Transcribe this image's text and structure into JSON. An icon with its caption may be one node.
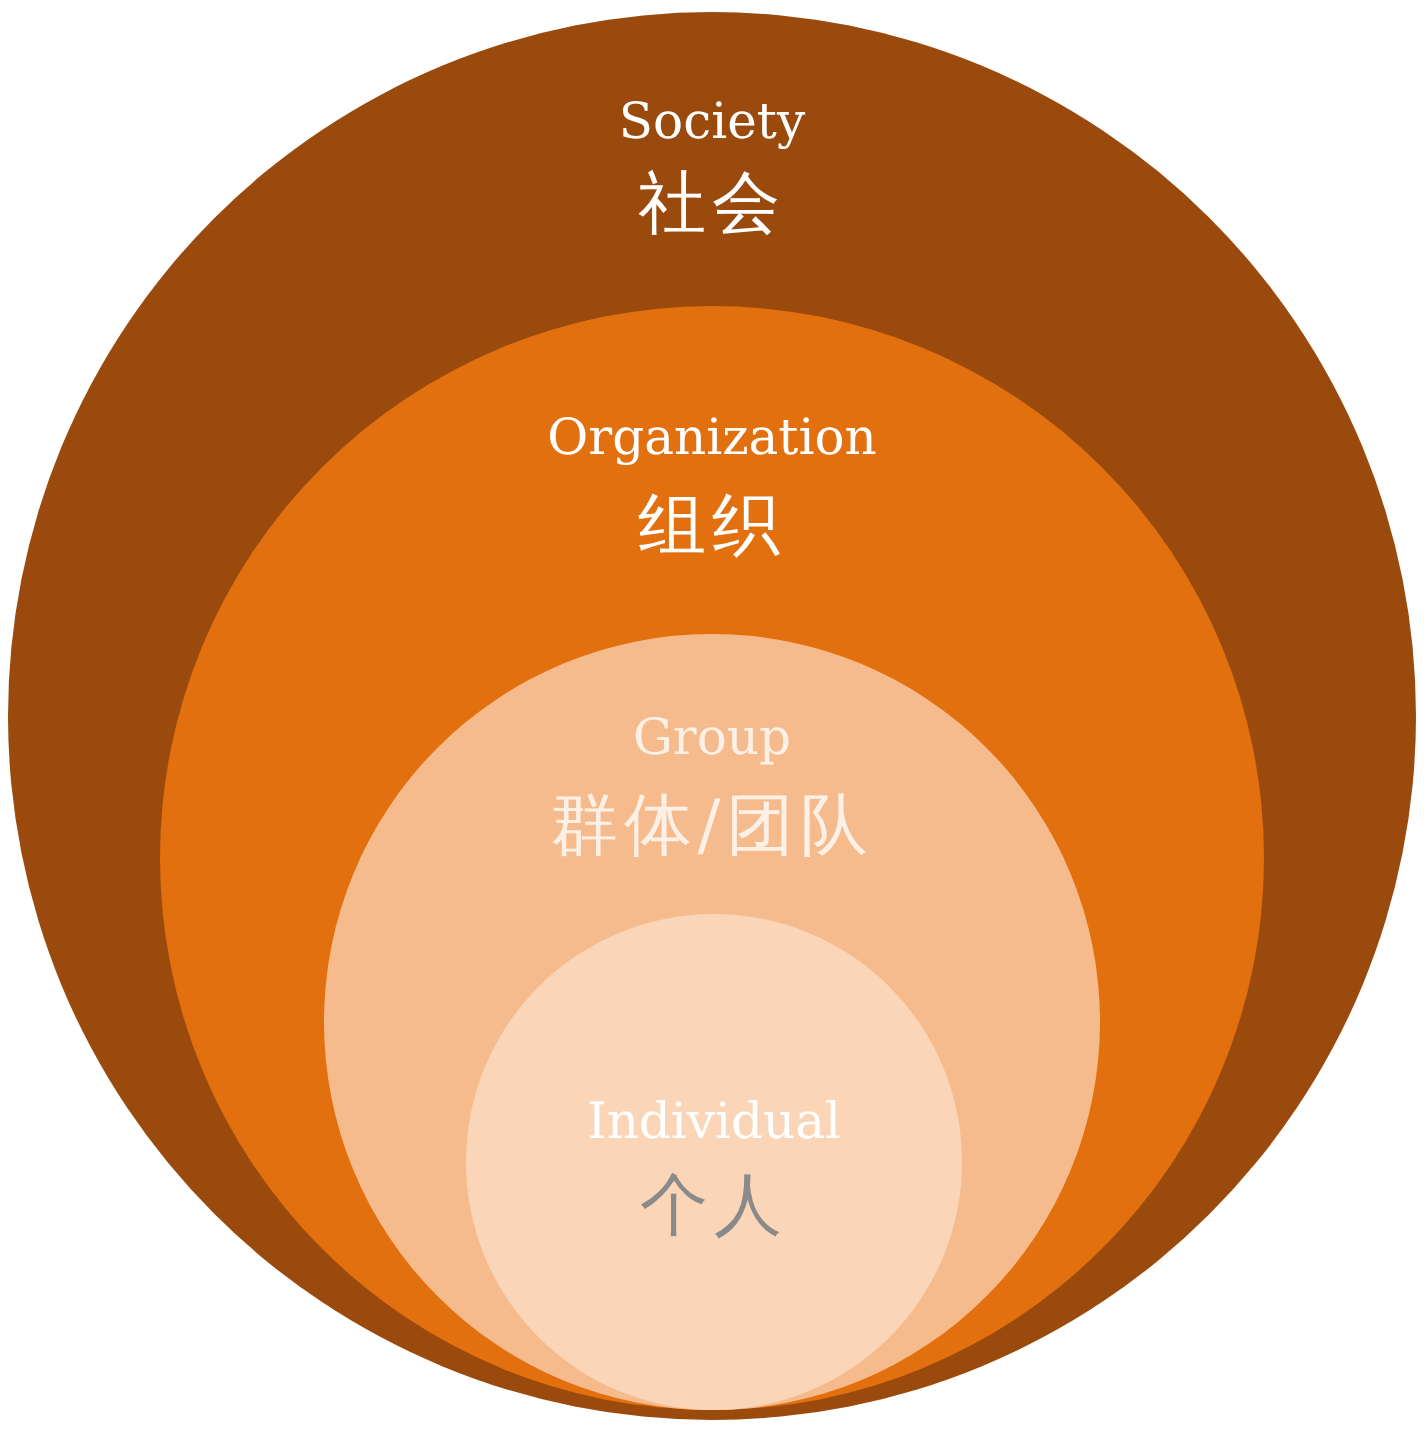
{
  "diagram": {
    "nodes": [
      {
        "text": [
          "Society",
          "社会"
        ]
      },
      {
        "text": [
          "Organization",
          "组织"
        ],
        "in": 0
      },
      {
        "text": [
          "Group",
          "群体/团队"
        ],
        "in": 1
      },
      {
        "text": [
          "Individual",
          "个人"
        ],
        "in": 2
      }
    ]
  }
}
